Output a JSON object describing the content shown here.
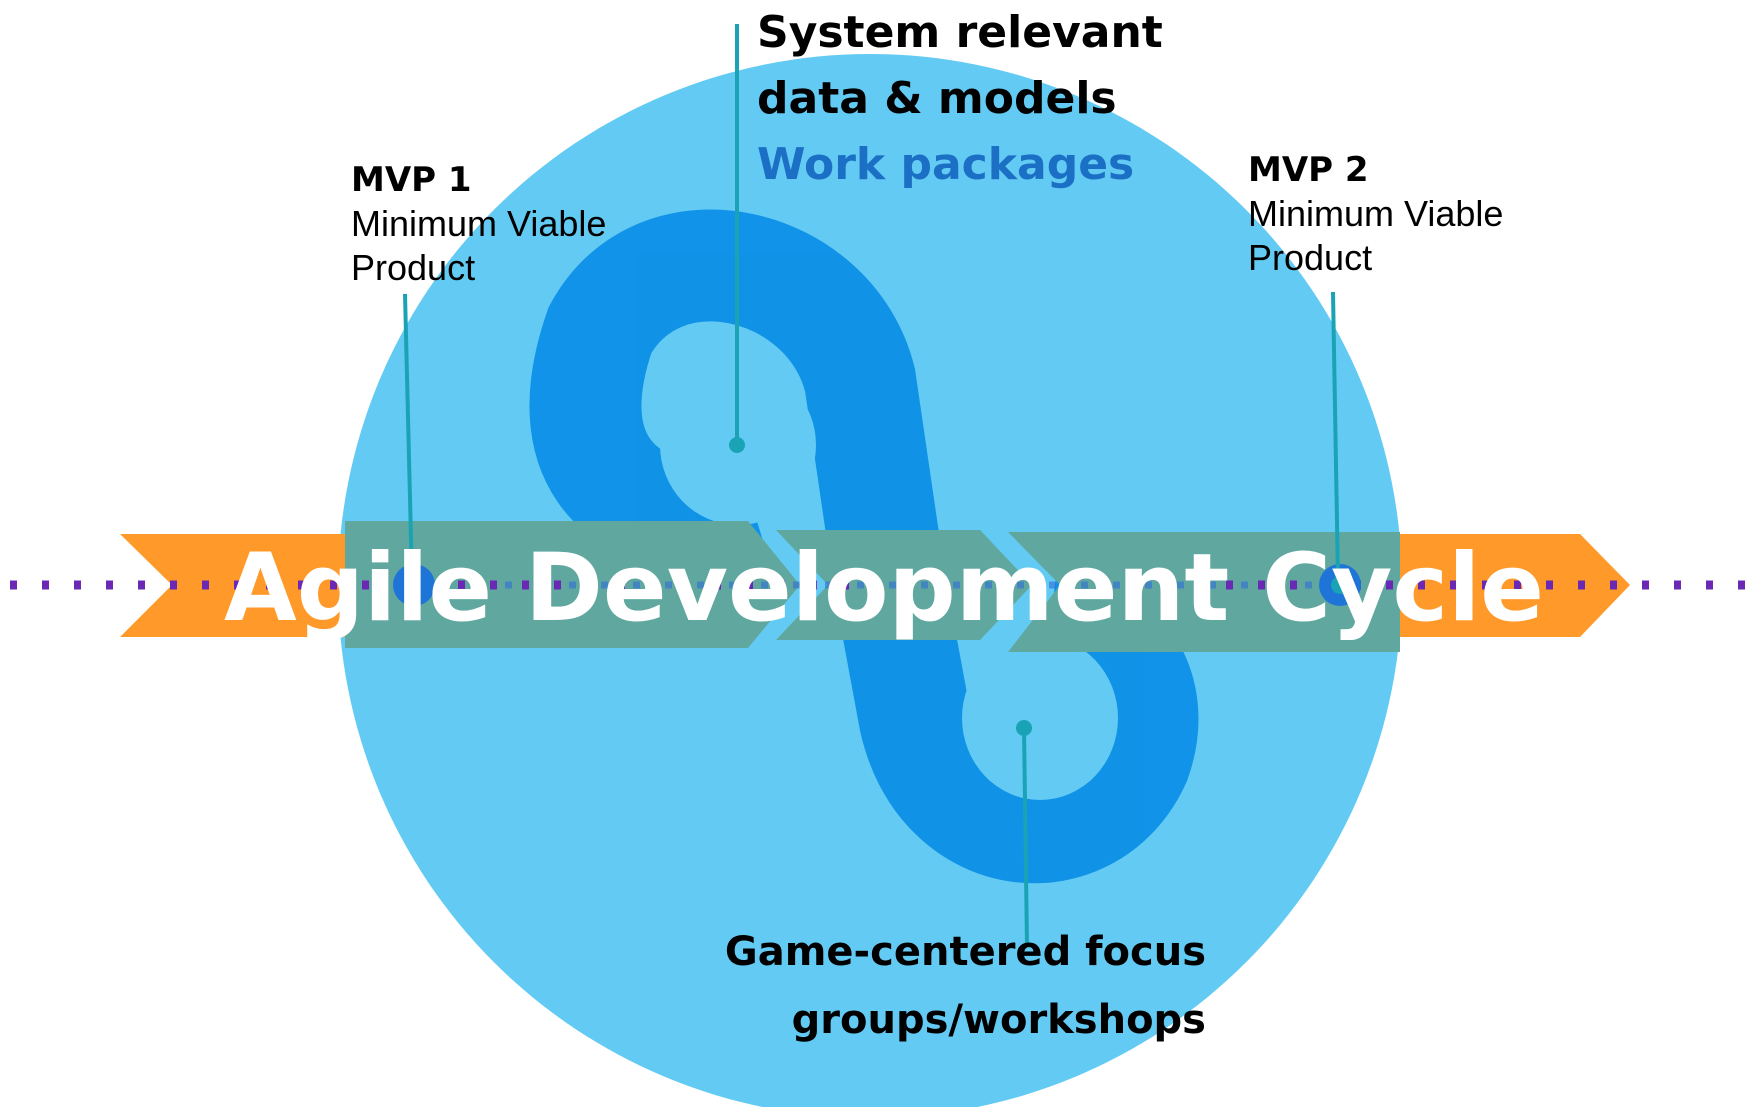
{
  "title": "Agile Development Cycle",
  "top_callout": {
    "line1": "System relevant",
    "line2": "data & models",
    "line3": "Work packages"
  },
  "mvp1": {
    "title": "MVP 1",
    "description": "Minimum Viable Product"
  },
  "mvp2": {
    "title": "MVP 2",
    "description": "Minimum Viable Product"
  },
  "bottom_callout": {
    "line1": "Game-centered focus",
    "line2": "groups/workshops"
  },
  "colors": {
    "circle": "#63cbf3",
    "loop": "#0a8ee6",
    "arrow_orange": "#ff9a2a",
    "arrow_teal": "#5fa79f",
    "dots": "#6a28b4",
    "leader": "#1aa3b4",
    "work_packages": "#1b6fc4"
  },
  "icons": [
    "infinity-loop-icon",
    "arrow-chevron-icon"
  ]
}
